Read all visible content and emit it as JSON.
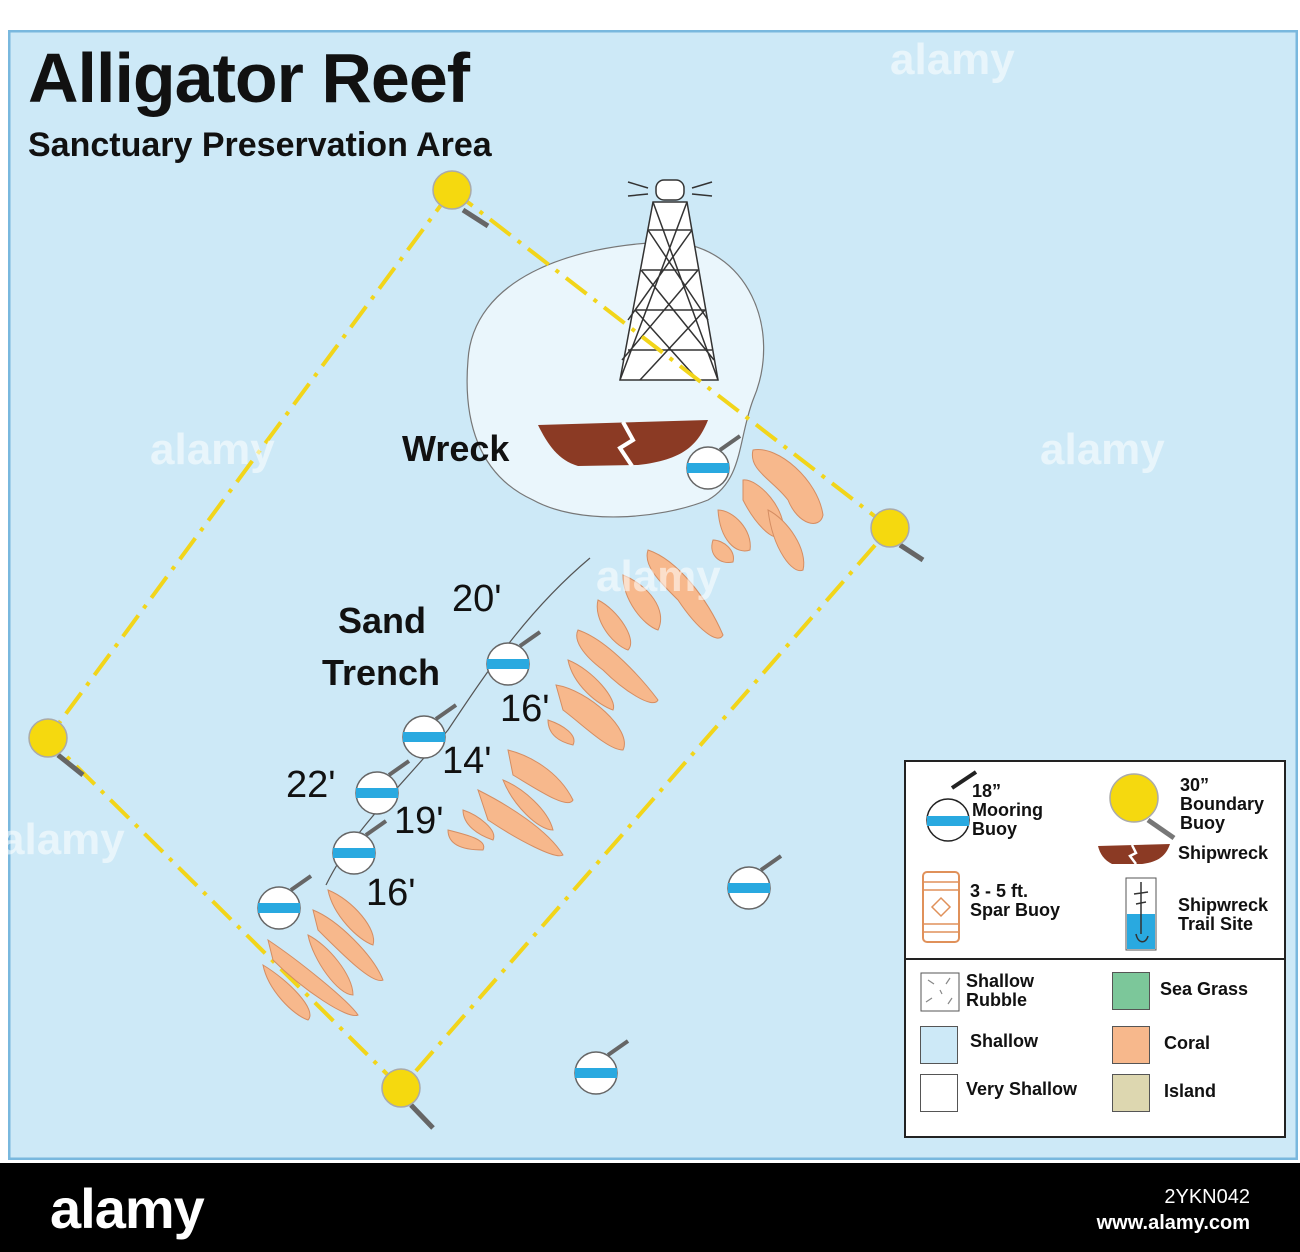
{
  "title": "Alligator Reef",
  "subtitle": "Sanctuary Preservation Area",
  "map_labels": {
    "wreck": "Wreck",
    "sand": "Sand",
    "trench": "Trench"
  },
  "depths": [
    "20'",
    "16'",
    "14'",
    "22'",
    "19'",
    "16'"
  ],
  "legend": {
    "mooring_buoy": "18”\nMooring\nBuoy",
    "boundary_buoy": "30”\nBoundary\nBuoy",
    "shipwreck": "Shipwreck",
    "spar_buoy": "3 - 5 ft.\nSpar Buoy",
    "trail_site": "Shipwreck\nTrail Site",
    "shallow_rubble": "Shallow\nRubble",
    "sea_grass": "Sea Grass",
    "shallow": "Shallow",
    "coral": "Coral",
    "very_shallow": "Very Shallow",
    "island": "Island"
  },
  "colors": {
    "water": "#cde9f7",
    "very_shallow": "#ffffff",
    "coral": "#f7b88c",
    "sea_grass": "#7cc79a",
    "island": "#ddd7b0",
    "boundary_buoy": "#f5d90f",
    "mooring_stripe": "#29a9e0",
    "shipwreck": "#8b3a24"
  },
  "watermark": {
    "brand": "alamy",
    "image_id": "2YKN042",
    "site": "www.alamy.com"
  }
}
